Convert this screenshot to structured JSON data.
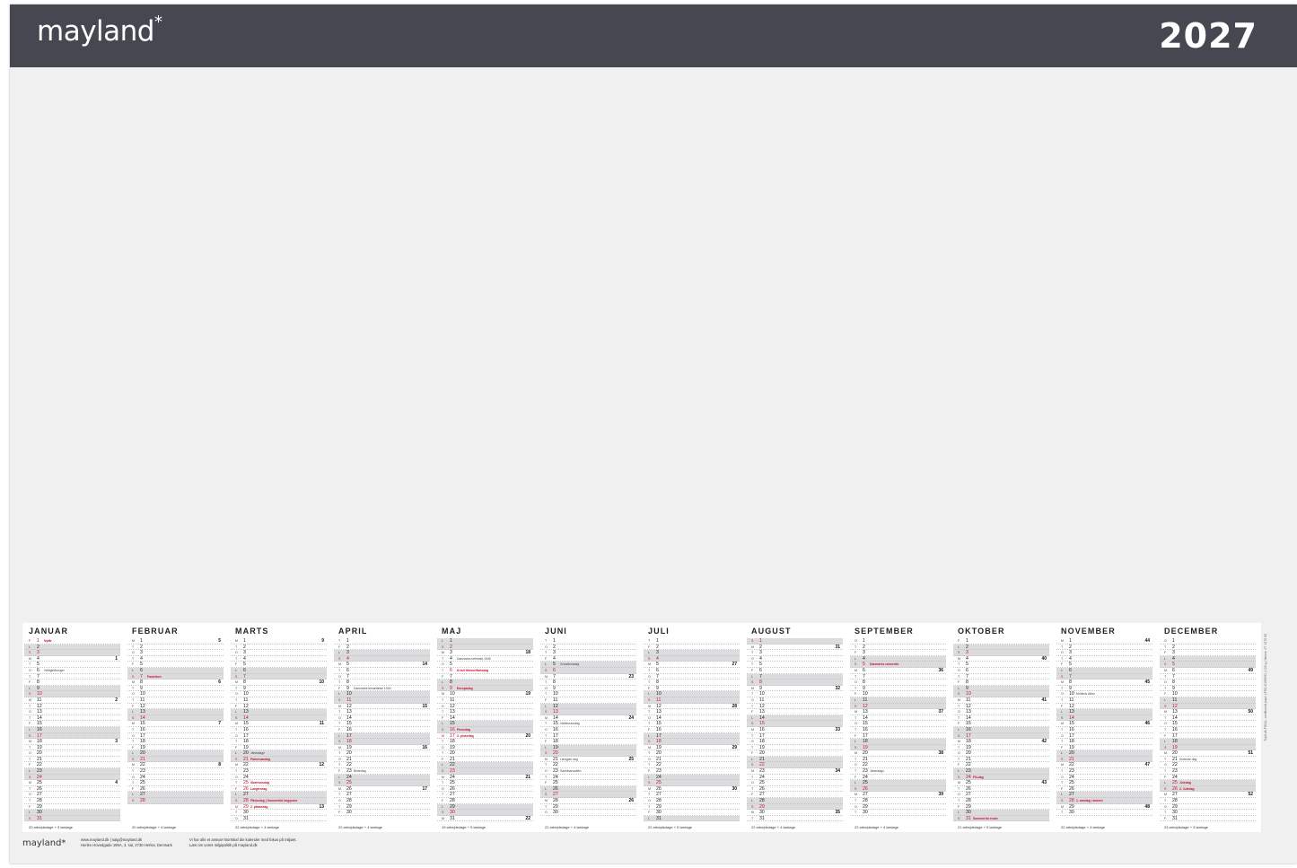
{
  "header": {
    "brand": "mayland",
    "brand_mark": "*",
    "year": "2027"
  },
  "months": [
    {
      "name": "JANUAR",
      "first_weekday": 4,
      "days": 31,
      "summary": "20 arbejdsdage + 5 lørdage",
      "holidays": {
        "1": "Nytår"
      },
      "notes": {
        "6": "Helligtrekonger"
      }
    },
    {
      "name": "FEBRUAR",
      "first_weekday": 0,
      "days": 28,
      "summary": "20 arbejdsdage + 4 lørdage",
      "holidays": {},
      "notes": {
        "7": "Fastelavn"
      }
    },
    {
      "name": "MARTS",
      "first_weekday": 0,
      "days": 31,
      "summary": "22 arbejdsdage + 4 lørdage",
      "holidays": {
        "21": "Palmesøndag",
        "25": "Skærtorsdag",
        "26": "Langfredag",
        "28": "Påskedag",
        "29": "2. påskedag"
      },
      "notes": {
        "20": "Jævndøgn",
        "28": "Påskedag | Sommertid begynder"
      }
    },
    {
      "name": "APRIL",
      "first_weekday": 3,
      "days": 30,
      "summary": "22 arbejdsdage + 4 lørdage",
      "holidays": {},
      "notes": {
        "9": "Danmarks besættelse 1940",
        "23": "Bededag"
      }
    },
    {
      "name": "MAJ",
      "first_weekday": 5,
      "days": 31,
      "summary": "19 arbejdsdage + 5 lørdage",
      "holidays": {
        "6": "Kristi Himmelfartsdag",
        "9": "Europadag",
        "16": "Pinsedag",
        "17": "2. pinsedag"
      },
      "notes": {
        "4": "Danmarks befrielse 1945"
      }
    },
    {
      "name": "JUNI",
      "first_weekday": 1,
      "days": 30,
      "summary": "22 arbejdsdage + 4 lørdage",
      "holidays": {},
      "notes": {
        "5": "Grundlovsdag",
        "15": "Valdemarsdag",
        "21": "Længste dag",
        "23": "Sankthansaften"
      }
    },
    {
      "name": "JULI",
      "first_weekday": 3,
      "days": 31,
      "summary": "22 arbejdsdage + 5 lørdage",
      "holidays": {},
      "notes": {}
    },
    {
      "name": "AUGUST",
      "first_weekday": 6,
      "days": 31,
      "summary": "22 arbejdsdage + 4 lørdage",
      "holidays": {},
      "notes": {}
    },
    {
      "name": "SEPTEMBER",
      "first_weekday": 2,
      "days": 30,
      "summary": "22 arbejdsdage + 4 lørdage",
      "holidays": {},
      "notes": {
        "5": "Danmarks udsendte",
        "23": "Jævndøgn"
      }
    },
    {
      "name": "OKTOBER",
      "first_weekday": 4,
      "days": 31,
      "summary": "21 arbejdsdage + 5 lørdage",
      "holidays": {},
      "notes": {
        "24": "FN-dag",
        "31": "Sommertid ender"
      }
    },
    {
      "name": "NOVEMBER",
      "first_weekday": 0,
      "days": 30,
      "summary": "22 arbejdsdage + 4 lørdage",
      "holidays": {},
      "notes": {
        "10": "Mortens Aften",
        "28": "1. søndag i advent"
      }
    },
    {
      "name": "DECEMBER",
      "first_weekday": 2,
      "days": 31,
      "summary": "23 arbejdsdage + 3 lørdage",
      "holidays": {
        "25": "Juledag",
        "26": "2. Juledag"
      },
      "notes": {
        "21": "Korteste dag"
      }
    }
  ],
  "weekday_letters": [
    "M",
    "T",
    "O",
    "T",
    "F",
    "L",
    "S"
  ],
  "footer": {
    "logo": "mayland*",
    "address_line1": "www.mayland.dk  |  salg@mayland.dk",
    "address_line2": "Herlev Hovedgade 195A, 3. sal, 2730 Herlev, Denmark",
    "env_line1": "Vi har alle et ansvar! Bortskaf din kalender med fokus på miljøet.",
    "env_line2": "Læs om vores miljøpolitik på mayland.dk",
    "vertical": "Trykt på FSC®-certificeret papir | FSC-C165931 | 120 g | Varenr. 27 1370 00"
  }
}
